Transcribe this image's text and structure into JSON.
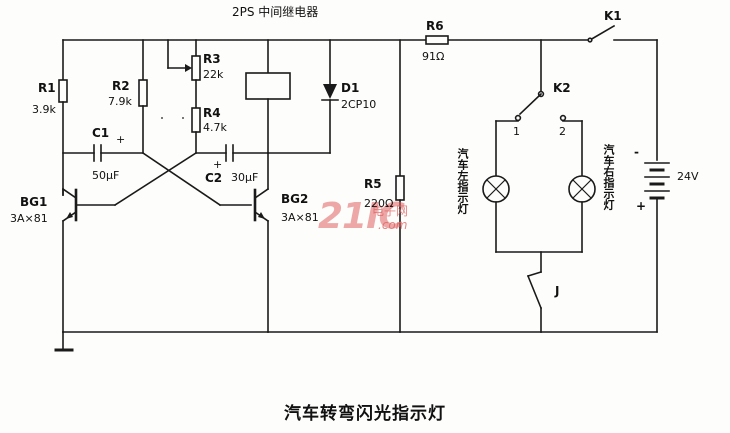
{
  "title": "汽车转弯闪光指示灯",
  "relay_label": "2PS 中间继电器",
  "components": {
    "R1": {
      "name": "R1",
      "value": "3.9k"
    },
    "R2": {
      "name": "R2",
      "value": "7.9k"
    },
    "R3": {
      "name": "R3",
      "value": "22k"
    },
    "R4": {
      "name": "R4",
      "value": "4.7k"
    },
    "R5": {
      "name": "R5",
      "value": "220Ω"
    },
    "R6": {
      "name": "R6",
      "value": "91Ω"
    },
    "C1": {
      "name": "C1",
      "value": "50μF",
      "plus": "+"
    },
    "C2": {
      "name": "C2",
      "value": "30μF",
      "plus": "+"
    },
    "D1": {
      "name": "D1",
      "value": "2CP10"
    },
    "BG1": {
      "name": "BG1",
      "value": "3A×81"
    },
    "BG2": {
      "name": "BG2",
      "value": "3A×81"
    },
    "K1": {
      "name": "K1"
    },
    "K2": {
      "name": "K2",
      "pos1": "1",
      "pos2": "2"
    },
    "J": {
      "name": "J"
    },
    "battery": {
      "value": "24V",
      "minus": "-",
      "plus": "+"
    }
  },
  "lamps": {
    "left": "汽车左指示灯",
    "right": "汽车右指示灯"
  },
  "watermark": {
    "logo": "21IC",
    "cn": "电子网",
    "com": ".com"
  },
  "colors": {
    "line": "#1a1a1a",
    "watermark": "#de6060"
  }
}
